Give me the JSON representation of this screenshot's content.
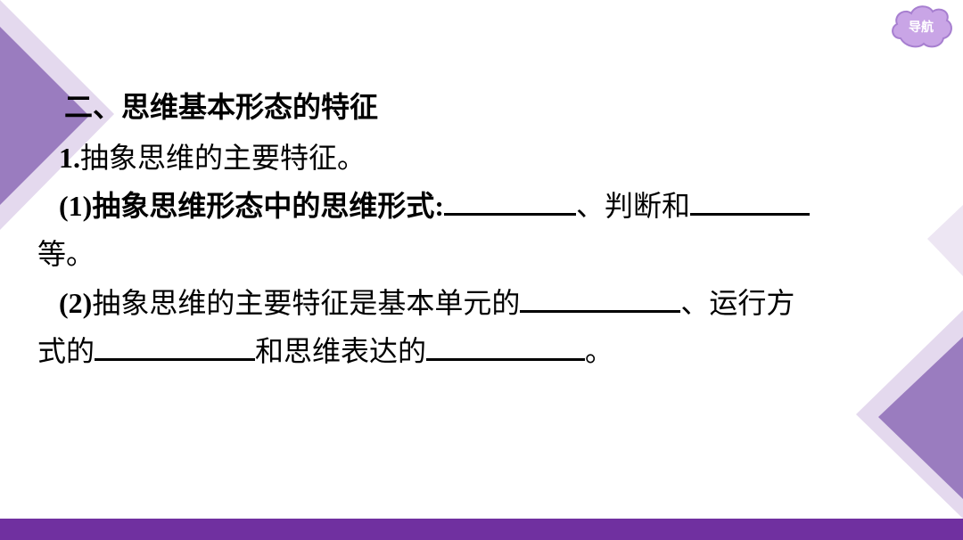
{
  "nav": {
    "label": "导航"
  },
  "heading": "二、思维基本形态的特征",
  "item1": {
    "number": "1.",
    "text": "抽象思维的主要特征。"
  },
  "item2": {
    "number": "(1)",
    "text_before": "抽象思维形态中的思维形式:",
    "text_middle": "、判断和",
    "text_end": "等。"
  },
  "item3": {
    "number": "(2)",
    "text_before": "抽象思维的主要特征是基本单元的",
    "text_middle1": "、运行方",
    "text_line2_start": "式的",
    "text_middle2": "和思维表达的",
    "text_end": "。"
  },
  "colors": {
    "accent": "#7030a0",
    "triangle_light": "#e7dcef",
    "triangle_mid": "#b59bcf",
    "nav_fill": "#c9a5e6"
  }
}
